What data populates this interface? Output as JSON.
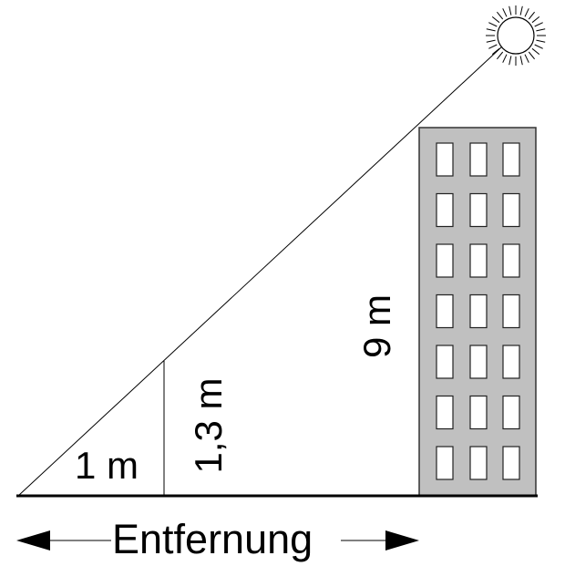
{
  "labels": {
    "shadow_length": "1 m",
    "stick_height": "1,3 m",
    "building_height": "9 m",
    "distance": "Entfernung"
  },
  "building": {
    "window_columns": 3,
    "window_rows": 7
  },
  "colors": {
    "building_fill": "#c0c0c0",
    "ink": "#000000",
    "background": "#ffffff"
  },
  "icons": [
    "sun-icon",
    "arrow-left-icon",
    "arrow-right-icon"
  ]
}
